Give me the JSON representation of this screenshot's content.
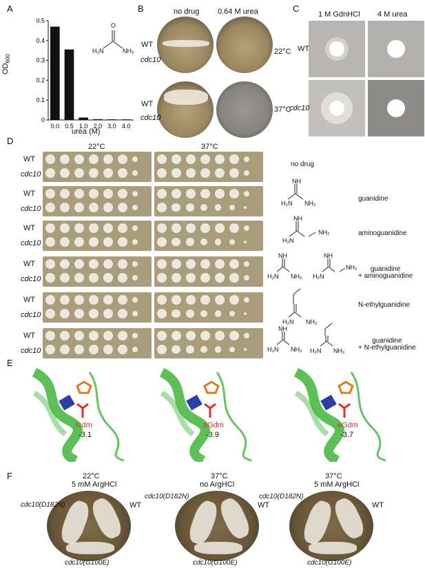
{
  "panelA": {
    "letter": "A",
    "ylabel_main": "OD",
    "ylabel_sub": "600",
    "xlabel": "urea (M)",
    "yticks": [
      "0",
      "0.1",
      "0.2",
      "0.3",
      "0.4",
      "0.5"
    ],
    "structure_atoms": {
      "o": "O",
      "left": "H₂N",
      "right": "NH₂"
    }
  },
  "chart_data": {
    "type": "bar",
    "categories": [
      "0.0",
      "0.5",
      "1.0",
      "2.0",
      "3.0",
      "4.0"
    ],
    "values": [
      0.47,
      0.355,
      0.012,
      0.004,
      0.003,
      0.003
    ],
    "xlabel": "urea (M)",
    "ylabel": "OD600",
    "ylim": [
      0,
      0.5
    ],
    "yticks": [
      0,
      0.1,
      0.2,
      0.3,
      0.4,
      0.5
    ],
    "grid": false
  },
  "panelB": {
    "letter": "B",
    "col1": "no drug",
    "col2": "0.64 M urea",
    "temp1": "22°C",
    "temp2": "37°C",
    "wt": "WT",
    "mut": "cdc10"
  },
  "panelC": {
    "letter": "C",
    "col1": "1 M GdnHCl",
    "col2": "4 M urea",
    "wt": "WT",
    "mut": "cdc10"
  },
  "panelD": {
    "letter": "D",
    "temp1": "22°C",
    "temp2": "37°C",
    "wt": "WT",
    "mut": "cdc10",
    "rows": [
      {
        "label": "no drug"
      },
      {
        "label": "guanidine"
      },
      {
        "label": "aminoguanidine"
      },
      {
        "label": "guanidine\n+ aminoguanidine"
      },
      {
        "label": "N-ethylguanidine"
      },
      {
        "label": "guanidine\n+ N-ethylguanidine"
      }
    ],
    "atoms": {
      "nh": "NH",
      "nh2": "NH₂",
      "h2n": "H₂N",
      "h": "H",
      "n": "N"
    }
  },
  "panelE": {
    "letter": "E",
    "items": [
      {
        "name": "Gdm",
        "value": "-3.1"
      },
      {
        "name": "aGdm",
        "value": "-3.9"
      },
      {
        "name": "eGdm",
        "value": "-3.7"
      }
    ]
  },
  "panelF": {
    "letter": "F",
    "plates": [
      {
        "temp": "22°C",
        "cond": "5 mM ArgHCl"
      },
      {
        "temp": "37°C",
        "cond": "no ArgHCl"
      },
      {
        "temp": "37°C",
        "cond": "5 mM ArgHCl"
      }
    ],
    "left_strain": "cdc10(D182N)",
    "right_strain": "WT",
    "bottom_strain": "cdc10(G100E)"
  },
  "colors": {
    "bar": "#111111",
    "helix": "#3fb53a",
    "blue": "#2b3fa8",
    "orange": "#e07a20",
    "red": "#e0322a"
  }
}
